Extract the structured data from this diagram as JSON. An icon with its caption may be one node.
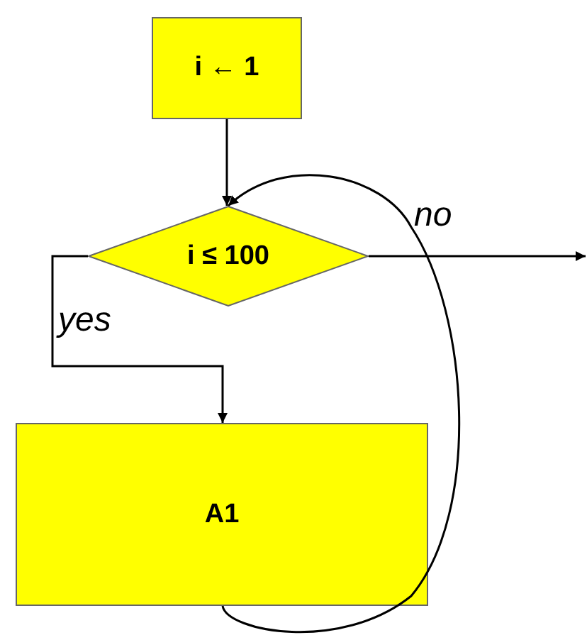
{
  "diagram": {
    "nodes": [
      {
        "text": [
          "i ← 1"
        ]
      },
      {
        "text": [
          "i ≤ 100"
        ]
      },
      {
        "text": [
          "A1"
        ]
      }
    ],
    "edges": [
      {
        "from": 0,
        "to": 1,
        "arrow": "to"
      },
      {
        "from": 1,
        "to": 2,
        "arrow": "to",
        "label": "yes"
      },
      {
        "from": 1,
        "to": null,
        "arrow": "to",
        "label": "no"
      },
      {
        "from": 2,
        "to": 1,
        "arrow": "to"
      }
    ]
  }
}
